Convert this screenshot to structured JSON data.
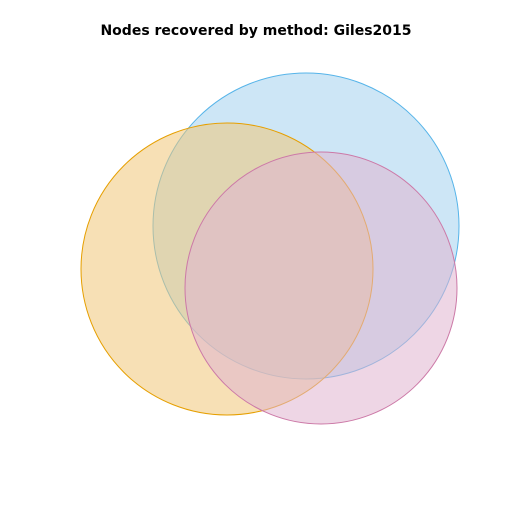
{
  "chart_data": {
    "type": "venn",
    "title": "Nodes recovered by method: Giles2015",
    "sets": [
      {
        "key": "set-1",
        "fill": "#ABD5F0",
        "stroke": "#56B4E9",
        "fill_opacity": 0.6
      },
      {
        "key": "set-2",
        "fill": "#F0C778",
        "stroke": "#E69F00",
        "fill_opacity": 0.55
      },
      {
        "key": "set-3",
        "fill": "#E0B4CF",
        "stroke": "#CC79A7",
        "fill_opacity": 0.55
      }
    ]
  }
}
